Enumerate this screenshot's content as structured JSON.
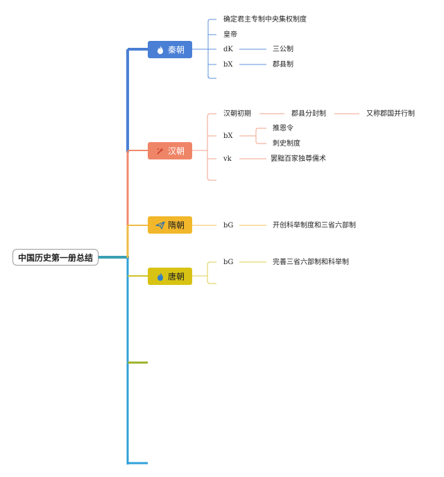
{
  "root": "中国历史第一册总结",
  "topics": {
    "qin": {
      "label": "秦朝",
      "color": "#4a7fd6",
      "items": {
        "a": "确定君主专制中央集权制度",
        "b": "皇帝",
        "c_code": "dK",
        "c_child": "三公制",
        "d_code": "bX",
        "d_child": "郡县制"
      }
    },
    "han": {
      "label": "汉朝",
      "color": "#ef8567",
      "items": {
        "a": "汉朝初期",
        "a_child": "郡县分封制",
        "a_grandchild": "又称郡国并行制",
        "b_code": "bX",
        "b_child1": "推恩令",
        "b_child2": "刺史制度",
        "c_code": "vk",
        "c_child": "罢黜百家独尊儒术"
      }
    },
    "sui": {
      "label": "隋朝",
      "color": "#f2b72a",
      "items": {
        "a_code": "bG",
        "a_child": "开创科举制度和三省六部制"
      }
    },
    "tang": {
      "label": "唐朝",
      "color": "#d8c314",
      "items": {
        "a_code": "bG",
        "a_child": "完善三省六部制和科举制"
      }
    }
  },
  "icons": {
    "qin": "flame-icon",
    "han": "sparkle-icon",
    "sui": "paper-plane-icon",
    "tang": "flame-icon"
  }
}
